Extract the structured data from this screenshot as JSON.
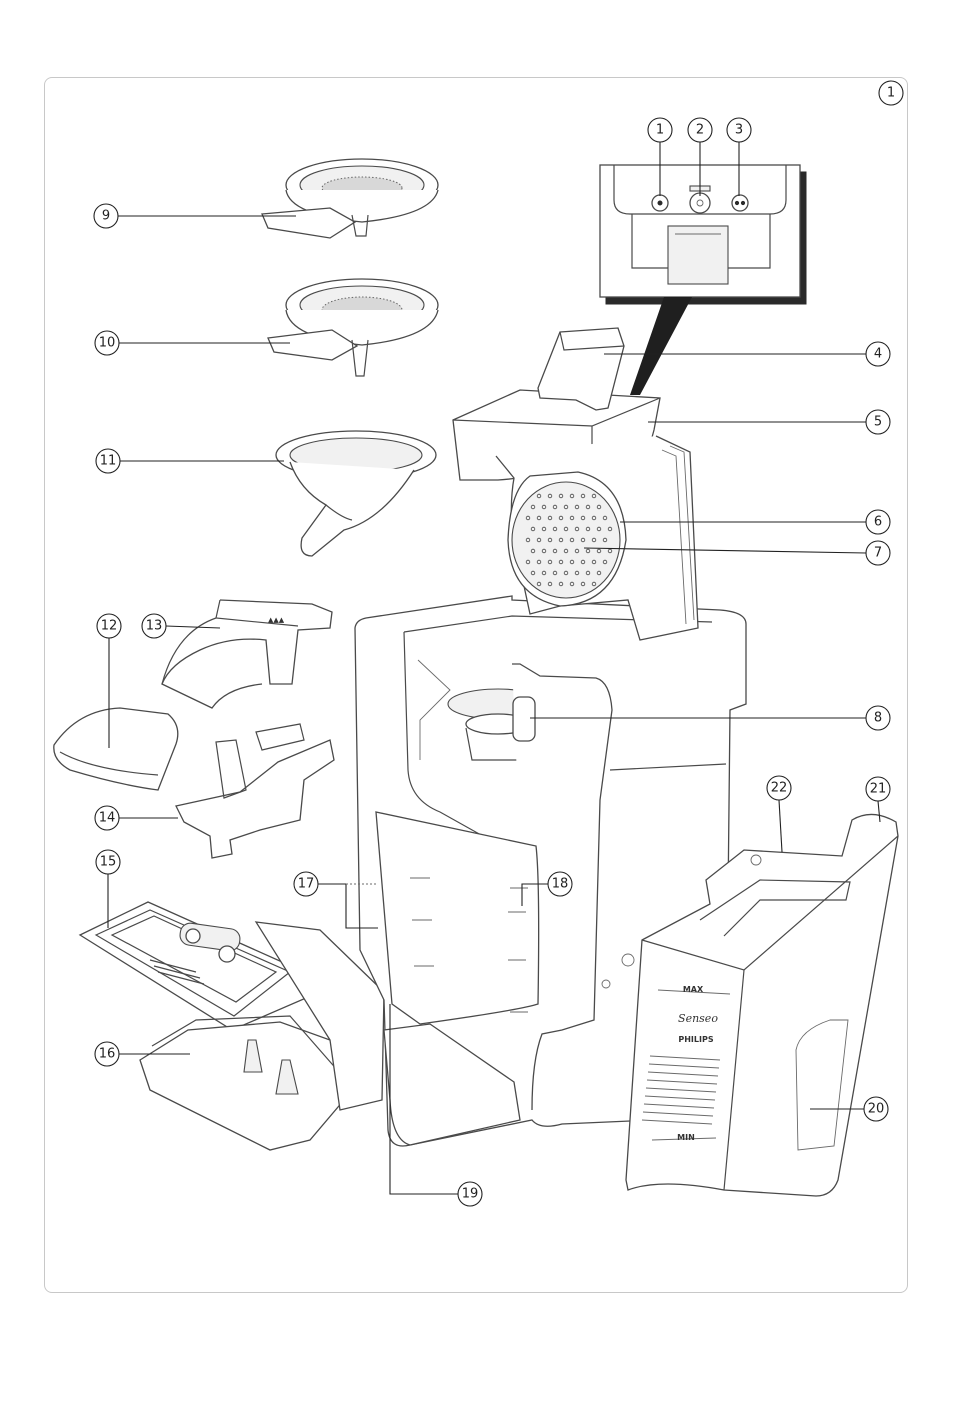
{
  "figure_number": "1",
  "tank_labels": {
    "max": "MAX",
    "min": "MIN",
    "logo": "Senseo",
    "brand": "PHILIPS"
  },
  "callouts": [
    {
      "id": "1",
      "name": "callout-1"
    },
    {
      "id": "2",
      "name": "callout-2"
    },
    {
      "id": "3",
      "name": "callout-3"
    },
    {
      "id": "4",
      "name": "callout-4"
    },
    {
      "id": "5",
      "name": "callout-5"
    },
    {
      "id": "6",
      "name": "callout-6"
    },
    {
      "id": "7",
      "name": "callout-7"
    },
    {
      "id": "8",
      "name": "callout-8"
    },
    {
      "id": "9",
      "name": "callout-9"
    },
    {
      "id": "10",
      "name": "callout-10"
    },
    {
      "id": "11",
      "name": "callout-11"
    },
    {
      "id": "12",
      "name": "callout-12"
    },
    {
      "id": "13",
      "name": "callout-13"
    },
    {
      "id": "14",
      "name": "callout-14"
    },
    {
      "id": "15",
      "name": "callout-15"
    },
    {
      "id": "16",
      "name": "callout-16"
    },
    {
      "id": "17",
      "name": "callout-17"
    },
    {
      "id": "18",
      "name": "callout-18"
    },
    {
      "id": "19",
      "name": "callout-19"
    },
    {
      "id": "20",
      "name": "callout-20"
    },
    {
      "id": "21",
      "name": "callout-21"
    },
    {
      "id": "22",
      "name": "callout-22"
    }
  ]
}
